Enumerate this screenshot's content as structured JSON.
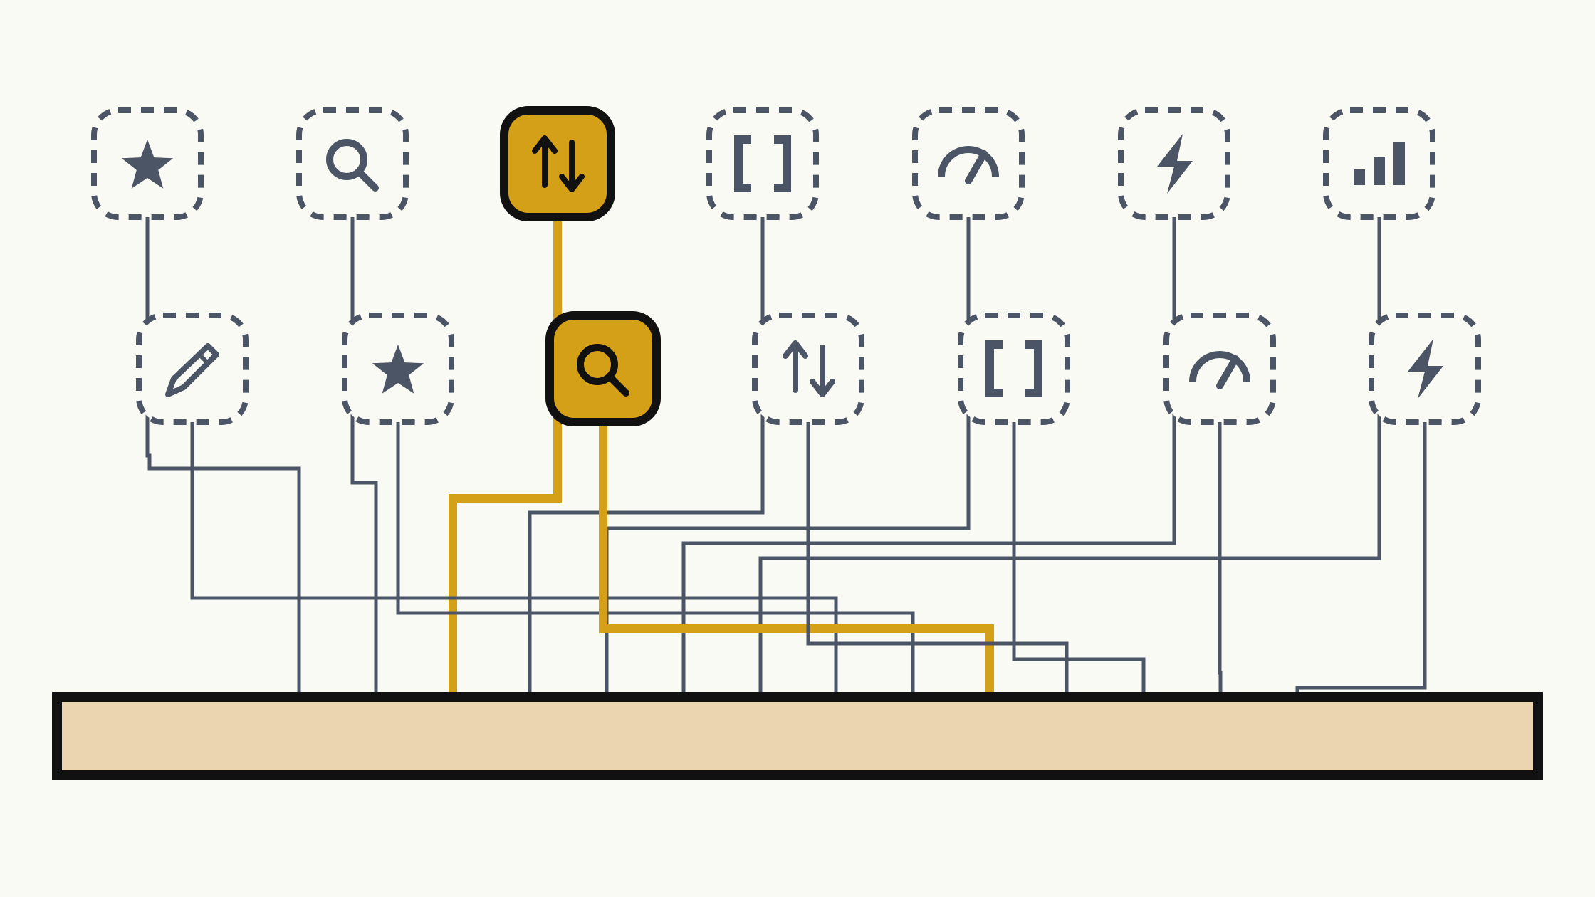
{
  "diagram": {
    "colors": {
      "background": "#fafaf5",
      "wire": "#4b5565",
      "highlight": "#d4a017",
      "outline": "#111111",
      "bar_fill": "#ead5b0"
    },
    "top_row": [
      {
        "id": "t1",
        "icon": "star-icon",
        "selected": false
      },
      {
        "id": "t2",
        "icon": "search-icon",
        "selected": false
      },
      {
        "id": "t3",
        "icon": "sort-arrows-icon",
        "selected": true
      },
      {
        "id": "t4",
        "icon": "brackets-icon",
        "selected": false
      },
      {
        "id": "t5",
        "icon": "gauge-icon",
        "selected": false
      },
      {
        "id": "t6",
        "icon": "lightning-icon",
        "selected": false
      },
      {
        "id": "t7",
        "icon": "bar-chart-icon",
        "selected": false
      }
    ],
    "bottom_row": [
      {
        "id": "b1",
        "icon": "pencil-icon",
        "selected": false
      },
      {
        "id": "b2",
        "icon": "star-icon",
        "selected": false
      },
      {
        "id": "b3",
        "icon": "search-icon",
        "selected": true
      },
      {
        "id": "b4",
        "icon": "sort-arrows-icon",
        "selected": false
      },
      {
        "id": "b5",
        "icon": "brackets-icon",
        "selected": false
      },
      {
        "id": "b6",
        "icon": "gauge-icon",
        "selected": false
      },
      {
        "id": "b7",
        "icon": "lightning-icon",
        "selected": false
      }
    ],
    "target": {
      "label": "",
      "selected": false
    }
  }
}
